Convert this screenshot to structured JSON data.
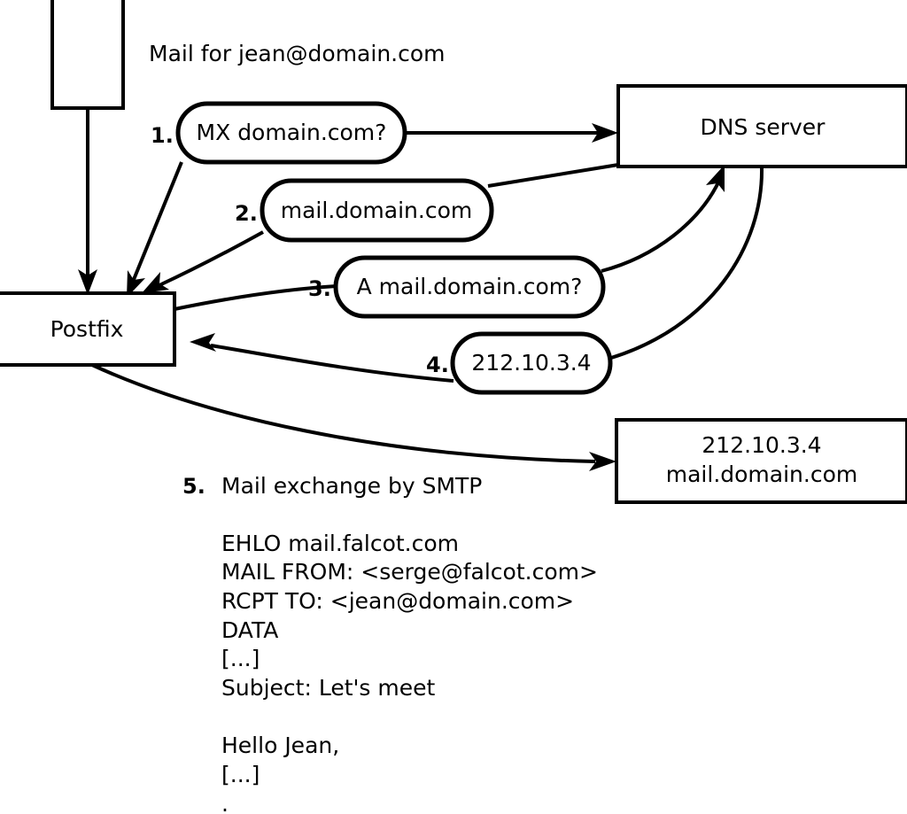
{
  "diagram": {
    "title_label": "Mail for jean@domain.com",
    "nodes": [
      {
        "id": "client",
        "label": "",
        "kind": "box"
      },
      {
        "id": "postfix",
        "label": "Postfix",
        "kind": "box"
      },
      {
        "id": "dns",
        "label": "DNS server",
        "kind": "box"
      },
      {
        "id": "mailserver",
        "label_line1": "212.10.3.4",
        "label_line2": "mail.domain.com",
        "kind": "box"
      }
    ],
    "steps": [
      {
        "num": "1.",
        "message": "MX domain.com?"
      },
      {
        "num": "2.",
        "message": "mail.domain.com"
      },
      {
        "num": "3.",
        "message": "A mail.domain.com?"
      },
      {
        "num": "4.",
        "message": "212.10.3.4"
      },
      {
        "num": "5.",
        "message": "Mail exchange by SMTP"
      }
    ],
    "smtp_transcript": [
      "EHLO mail.falcot.com",
      "MAIL FROM: <serge@falcot.com>",
      "RCPT TO: <jean@domain.com>",
      "DATA",
      "[...]",
      "Subject: Let's meet",
      "",
      "Hello Jean,",
      "[...]",
      "."
    ],
    "colors": {
      "stroke": "#000000",
      "fill": "#ffffff"
    }
  }
}
